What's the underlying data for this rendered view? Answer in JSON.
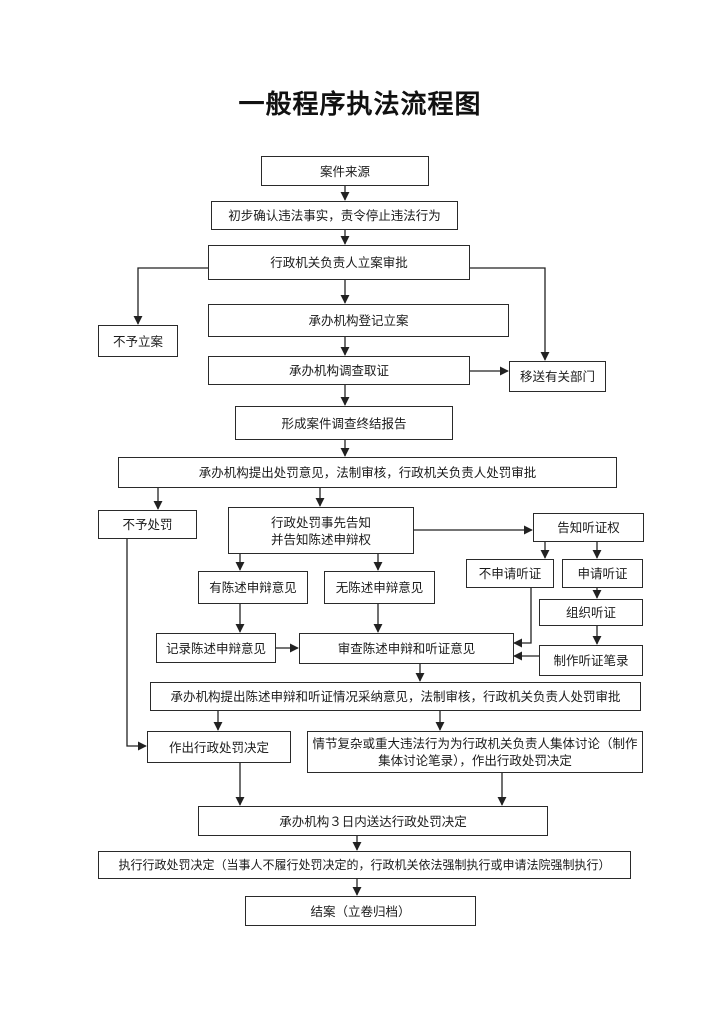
{
  "title": "一般程序执法流程图",
  "nodes": {
    "case_source": "案件来源",
    "confirm_violation": "初步确认违法事实，责令停止违法行为",
    "filing_approval": "行政机关负责人立案审批",
    "no_filing": "不予立案",
    "register_case": "承办机构登记立案",
    "transfer_dept": "移送有关部门",
    "investigate": "承办机构调查取证",
    "final_report": "形成案件调查终结报告",
    "penalty_opinion": "承办机构提出处罚意见，法制审核，行政机关负责人处罚审批",
    "no_penalty": "不予处罚",
    "prior_notice_l1": "行政处罚事先告知",
    "prior_notice_l2": "并告知陈述申辩权",
    "hearing_right": "告知听证权",
    "has_defense": "有陈述申辩意见",
    "no_defense": "无陈述申辩意见",
    "no_hearing_request": "不申请听证",
    "hearing_request": "申请听证",
    "organize_hearing": "组织听证",
    "record_defense": "记录陈述申辩意见",
    "review_defense": "审查陈述申辩和听证意见",
    "hearing_transcript": "制作听证笔录",
    "adoption_opinion": "承办机构提出陈述申辩和听证情况采纳意见，法制审核，行政机关负责人处罚审批",
    "make_decision": "作出行政处罚决定",
    "collective_l1": "情节复杂或重大违法行为为行政机关负责人集体讨论（制作",
    "collective_l2": "集体讨论笔录），作出行政处罚决定",
    "deliver_decision": "承办机构３日内送达行政处罚决定",
    "execute_decision": "执行行政处罚决定（当事人不履行处罚决定的，行政机关依法强制执行或申请法院强制执行）",
    "close_case": "结案（立卷归档）"
  }
}
